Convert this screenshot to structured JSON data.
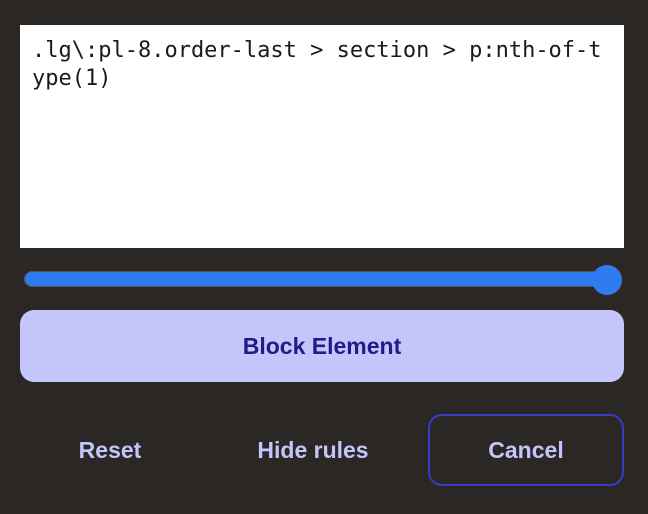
{
  "selector": {
    "value": ".lg\\:pl-8.order-last > section > p:nth-of-type(1)"
  },
  "depth_slider": {
    "level": 1.0
  },
  "colors": {
    "background": "#2a2725",
    "accent": "#2f7bf0",
    "button_fill": "#c4c6fb",
    "button_text": "#1e1e86",
    "cancel_border": "#3b3bc6"
  },
  "actions": {
    "block_label": "Block Element",
    "reset_label": "Reset",
    "hide_rules_label": "Hide rules",
    "cancel_label": "Cancel"
  }
}
